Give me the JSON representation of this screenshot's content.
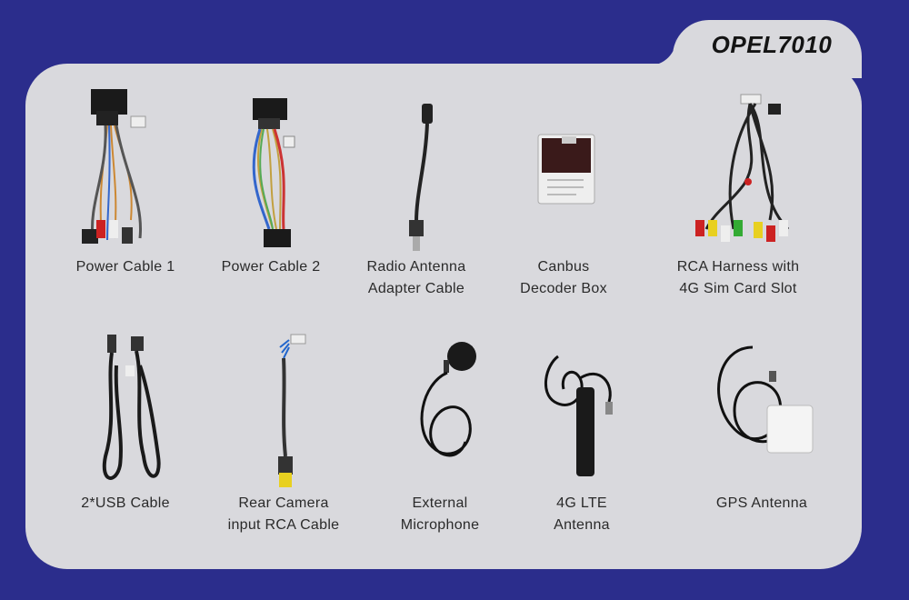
{
  "brand": "OPEL7010",
  "accessories": [
    {
      "label": "Power Cable 1",
      "icon": "power-cable-1"
    },
    {
      "label": "Power Cable 2",
      "icon": "power-cable-2"
    },
    {
      "label": "Radio Antenna\nAdapter Cable",
      "icon": "radio-antenna-adapter"
    },
    {
      "label": "Canbus\nDecoder Box",
      "icon": "canbus-decoder"
    },
    {
      "label": "RCA Harness with\n4G Sim Card Slot",
      "icon": "rca-harness"
    },
    {
      "label": "2*USB Cable",
      "icon": "usb-cable"
    },
    {
      "label": "Rear Camera\ninput RCA Cable",
      "icon": "rear-camera-rca"
    },
    {
      "label": "External\nMicrophone",
      "icon": "microphone"
    },
    {
      "label": "4G LTE\nAntenna",
      "icon": "lte-antenna"
    },
    {
      "label": "GPS Antenna",
      "icon": "gps-antenna"
    }
  ],
  "colors": {
    "background": "#2b2d8c",
    "panel": "#d9d9dd"
  }
}
